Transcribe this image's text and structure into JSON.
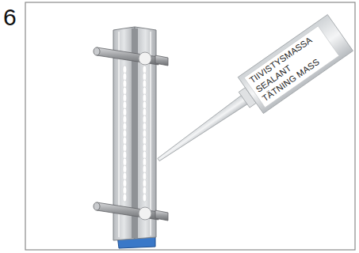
{
  "diagram": {
    "labels": [
      "6",
      "TIIVISTYSMASSA",
      "SEALANT",
      "TÄTNING MASS"
    ]
  }
}
